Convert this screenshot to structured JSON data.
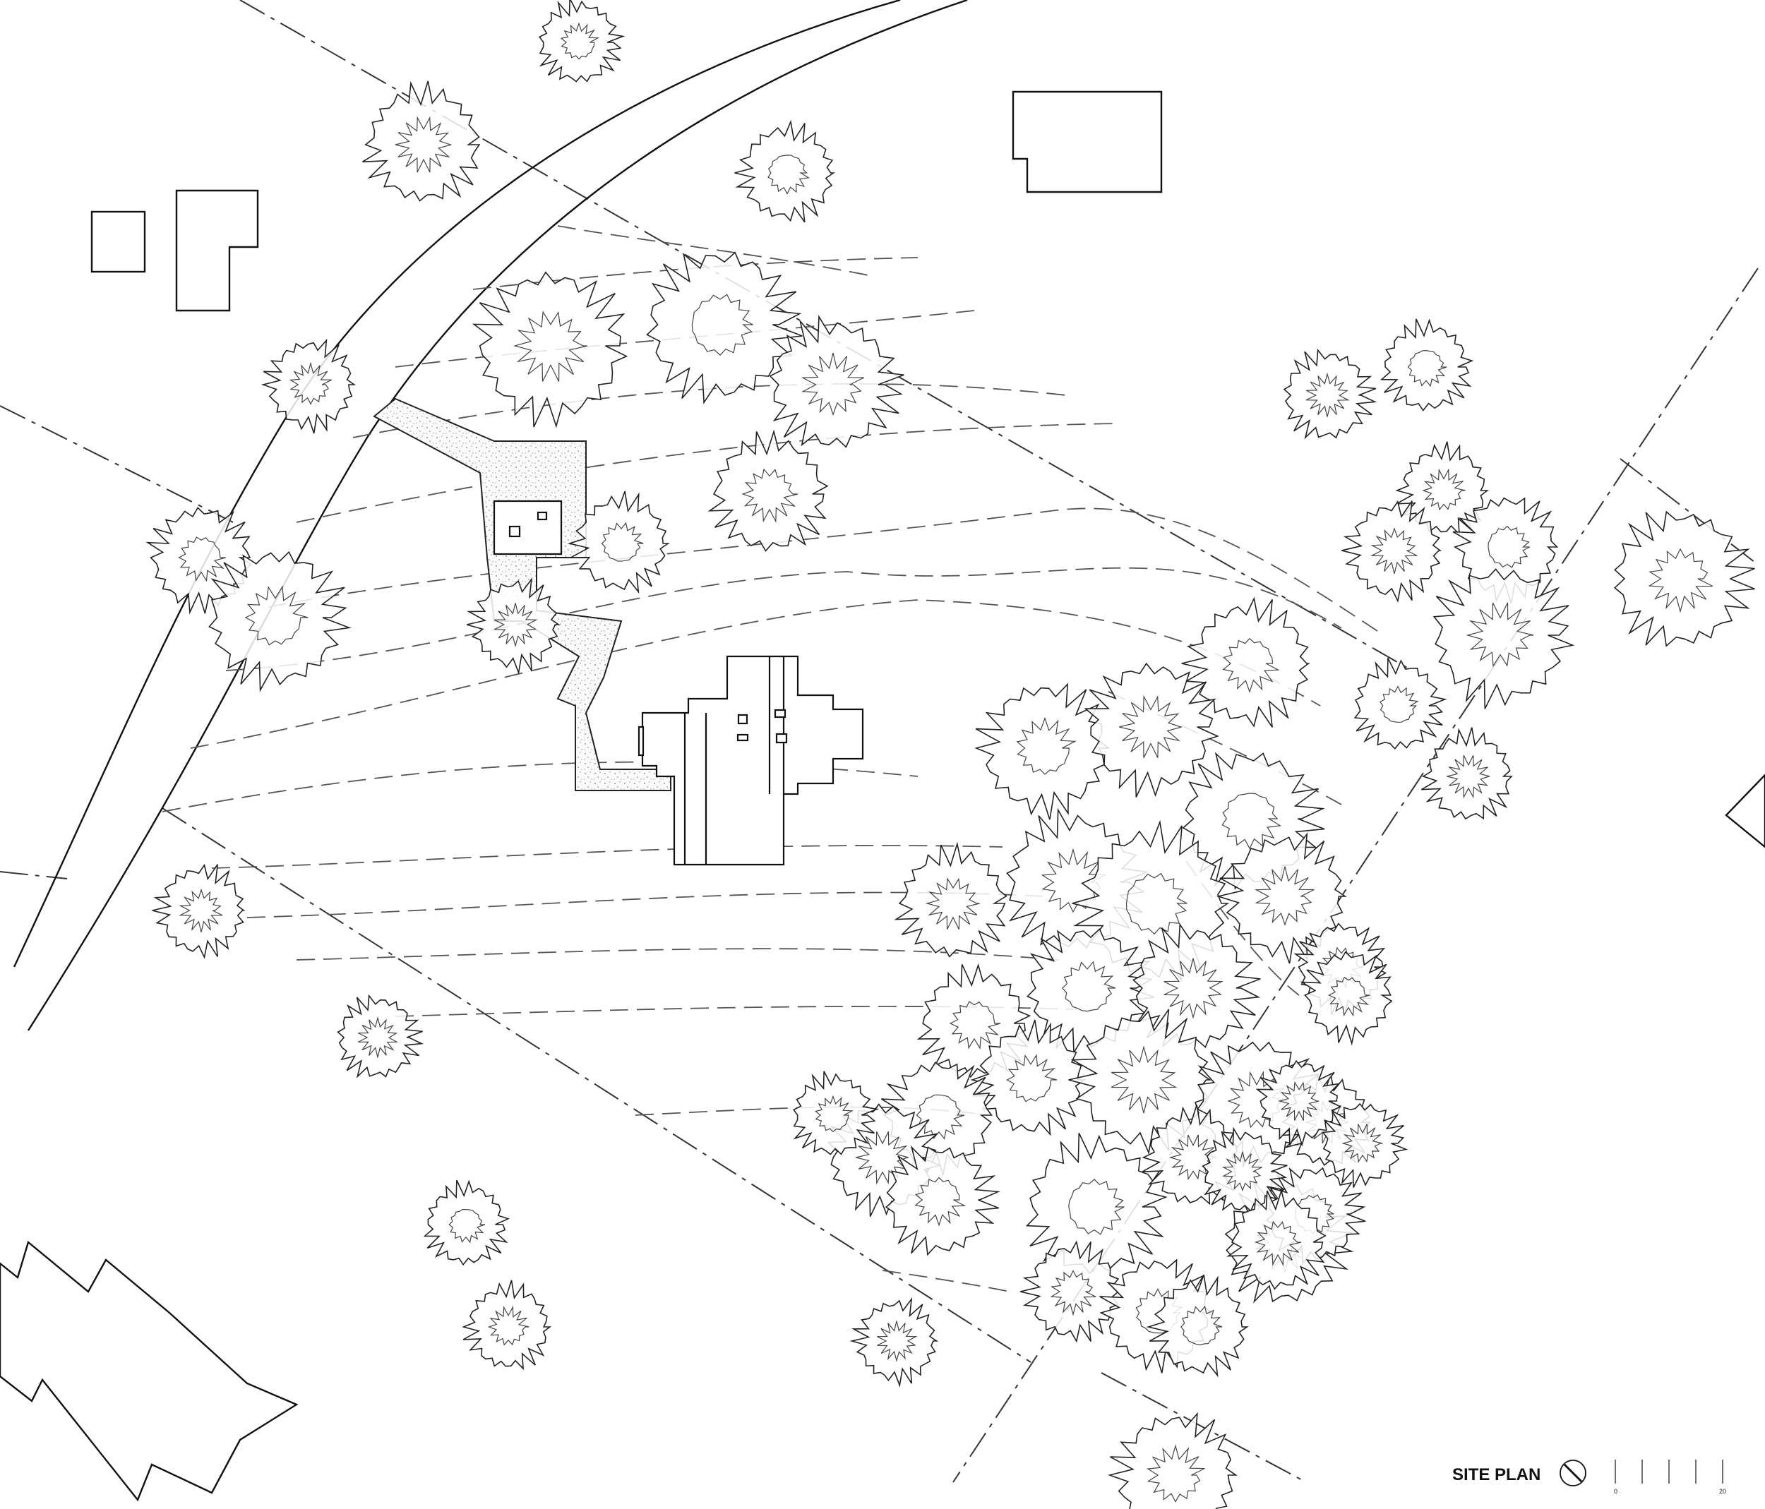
{
  "drawing": {
    "title": "SITE PLAN",
    "scale_bar": {
      "start_label": "0",
      "end_label": "20"
    },
    "north_arrow_icon": "north-arrow-icon"
  }
}
